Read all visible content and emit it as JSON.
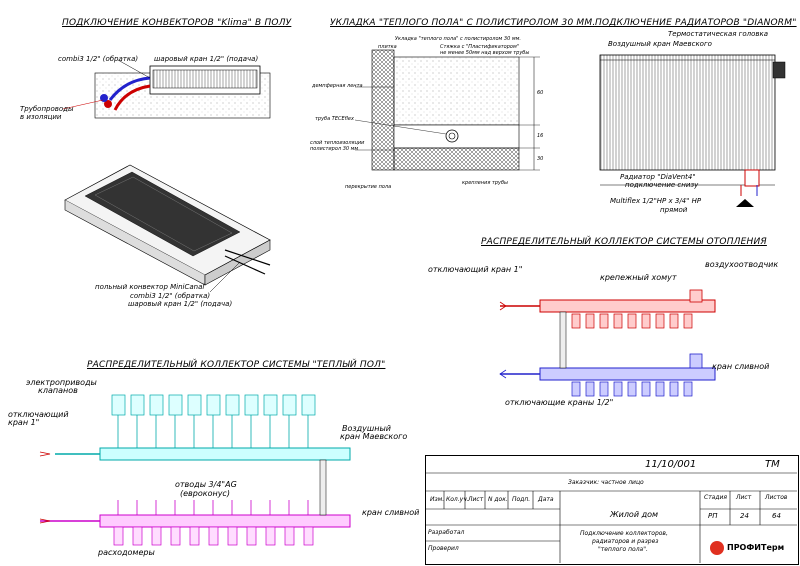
{
  "titles": {
    "convectors": "ПОДКЛЮЧЕНИЕ КОНВЕКТОРОВ \"Klima\" В ПОЛУ",
    "floor": "УКЛАДКА \"ТЕПЛОГО ПОЛА\" С ПОЛИСТИРОЛОМ 30 ММ.",
    "radiators": "ПОДКЛЮЧЕНИЕ РАДИАТОРОВ \"DIANORM\"",
    "heating_manifold": "РАСПРЕДЕЛИТЕЛЬНЫЙ КОЛЛЕКТОР СИСТЕМЫ ОТОПЛЕНИЯ",
    "floor_manifold": "РАСПРЕДЕЛИТЕЛЬНЫЙ КОЛЛЕКТОР СИСТЕМЫ \"ТЕПЛЫЙ ПОЛ\""
  },
  "convector": {
    "combi_return": "combi3 1/2\" (обратка)",
    "ball_valve": "шаровый кран 1/2\" (подача)",
    "insulated_pipes_1": "Трубопроводы",
    "insulated_pipes_2": "в изоляции",
    "minicanal": "польный конвектор MiniCanal",
    "combi_return_2": "combi3 1/2\" (обратка)",
    "ball_valve_2": "шаровый кран 1/2\" (подача)"
  },
  "floor": {
    "top_note_1": "Укладка \"теплого пола\" с полистиролом 30 мм.",
    "tile": "плитка",
    "screed_1": "Стяжка с \"Пластификатором\"",
    "screed_2": "не менее 50мм над верхом трубы",
    "damper": "демпферная лента",
    "pipe": "труба TECEflex",
    "insulation_1": "слой теплоизоляции",
    "insulation_2": "полистирол 30 мм",
    "slab": "перекрытие пола",
    "fixing": "крепления трубы",
    "dim_60": "60",
    "dim_16": "16",
    "dim_30": "30"
  },
  "radiator": {
    "thermo_head": "Термостатическая головка",
    "air_valve": "Воздушный кран Маевского",
    "model_1": "Радиатор \"DiaVent4\"",
    "model_2": "подключение снизу",
    "multiflex_1": "Multiflex 1/2\"НР x 3/4\" НР",
    "multiflex_2": "прямой"
  },
  "heating": {
    "shutoff": "отключающий кран 1\"",
    "clamp": "крепежный хомут",
    "air_vent": "воздухоотводчик",
    "drain": "кран сливной",
    "shutoff_half": "отключающие краны 1/2\""
  },
  "underfloor": {
    "actuators_1": "электроприводы",
    "actuators_2": "клапанов",
    "shutoff_1": "отключающий",
    "shutoff_2": "кран 1\"",
    "air_1": "Воздушный",
    "air_2": "кран Маевского",
    "outlets_1": "отводы 3/4\"AG",
    "outlets_2": "(евроконус)",
    "drain": "кран сливной",
    "flowmeters": "расходомеры"
  },
  "stamp": {
    "code": "11/10/001",
    "tm": "ТМ",
    "customer": "Заказчик: частное лицо",
    "col_izm": "Изм.",
    "col_koluch": "Кол.уч.",
    "col_list": "Лист",
    "col_ndok": "N док.",
    "col_podp": "Подп.",
    "col_data": "Дата",
    "razrab": "Разработал",
    "prover": "Проверил",
    "object": "Жилой дом",
    "stage_h": "Стадия",
    "sheet_h": "Лист",
    "sheets_h": "Листов",
    "stage": "РП",
    "sheet": "24",
    "sheets": "64",
    "desc_1": "Подключение коллекторов,",
    "desc_2": "радиаторов и разрез",
    "desc_3": "\"теплого пола\".",
    "logo": "ПРОФИТерм"
  }
}
